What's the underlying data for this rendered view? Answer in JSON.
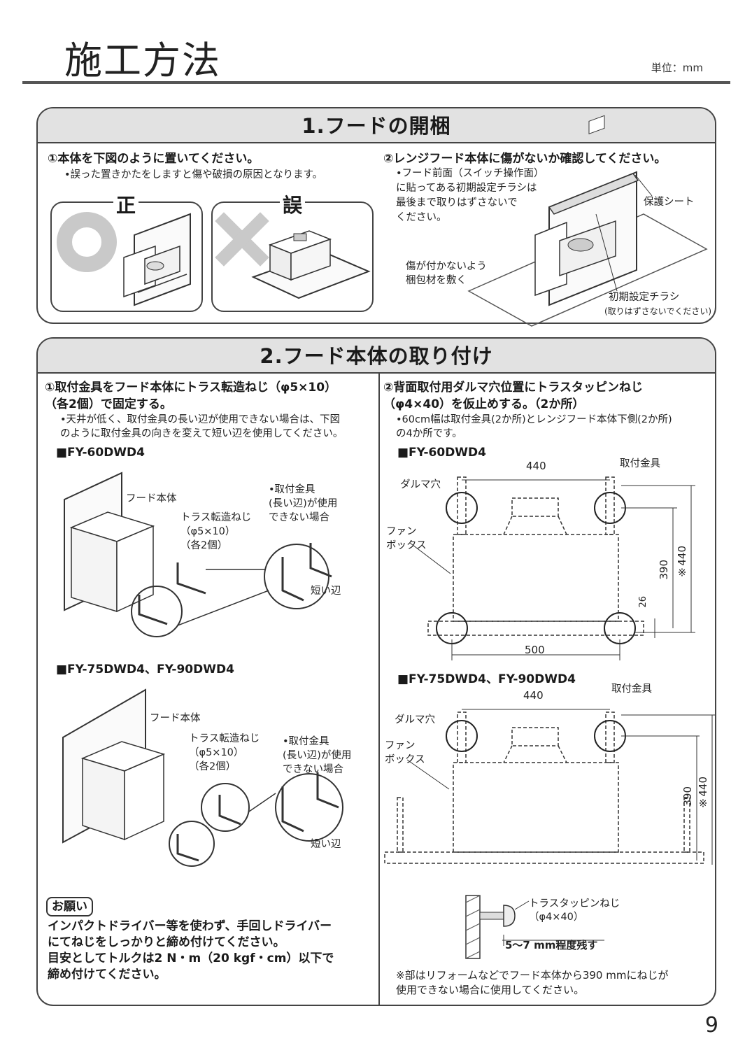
{
  "header": {
    "title": "施工方法",
    "unit": "単位：mm",
    "page_number": "9"
  },
  "section1": {
    "title": "1.フードの開梱",
    "step1": {
      "text": "①本体を下図のように置いてください。",
      "note": "•誤った置きかたをしますと傷や破損の原因となります。",
      "correct_label": "正",
      "wrong_label": "誤"
    },
    "step2": {
      "text": "②レンジフード本体に傷がないか確認してください。",
      "note": "•フード前面（スイッチ操作面）\nに貼ってある初期設定チラシは\n最後まで取りはずさないで\nください。",
      "label_sheet": "保護シート",
      "label_pad": "傷が付かないよう\n梱包材を敷く",
      "label_flyer": "初期設定チラシ",
      "label_flyer_note": "(取りはずさないでください)"
    }
  },
  "section2": {
    "title": "2.フード本体の取り付け",
    "left": {
      "step": "①取付金具をフード本体にトラス転造ねじ（φ5×10）\n（各2個）で固定する。",
      "note": "•天井が低く、取付金具の長い辺が使用できない場合は、下図\nのように取付金具の向きを変えて短い辺を使用してください。",
      "model1": "■FY-60DWD4",
      "model2": "■FY-75DWD4、FY-90DWD4",
      "label_body": "フード本体",
      "label_screw": "トラス転造ねじ\n（φ5×10）\n（各2個）",
      "label_bracket": "•取付金具\n(長い辺)が使用\nできない場合",
      "label_short": "短い辺",
      "onegai_tag": "お願い",
      "onegai_text": "インパクトドライバー等を使わず、手回しドライバー\nにてねじをしっかりと締め付けてください。\n目安としてトルクは2 N・m（20 kgf・cm）以下で\n締め付けてください。"
    },
    "right": {
      "step": "②背面取付用ダルマ穴位置にトラスタッピンねじ\n（φ4×40）を仮止めする。（2か所）",
      "note": "•60cm幅は取付金具(2か所)とレンジフード本体下側(2か所)\nの4か所です。",
      "model1": "■FY-60DWD4",
      "model2": "■FY-75DWD4、FY-90DWD4",
      "label_bracket": "取付金具",
      "label_hole": "ダルマ穴",
      "label_fanbox": "ファン\nボックス",
      "dim_440": "440",
      "dim_500": "500",
      "dim_390": "390",
      "dim_x440": "※440",
      "dim_26": "26",
      "screw_label": "トラスタッピンねじ\n（φ4×40）",
      "screw_leave": "5～7 mm程度残す",
      "footnote": "※部はリフォームなどでフード本体から390 mmにねじが\n使用できない場合に使用してください。"
    }
  }
}
